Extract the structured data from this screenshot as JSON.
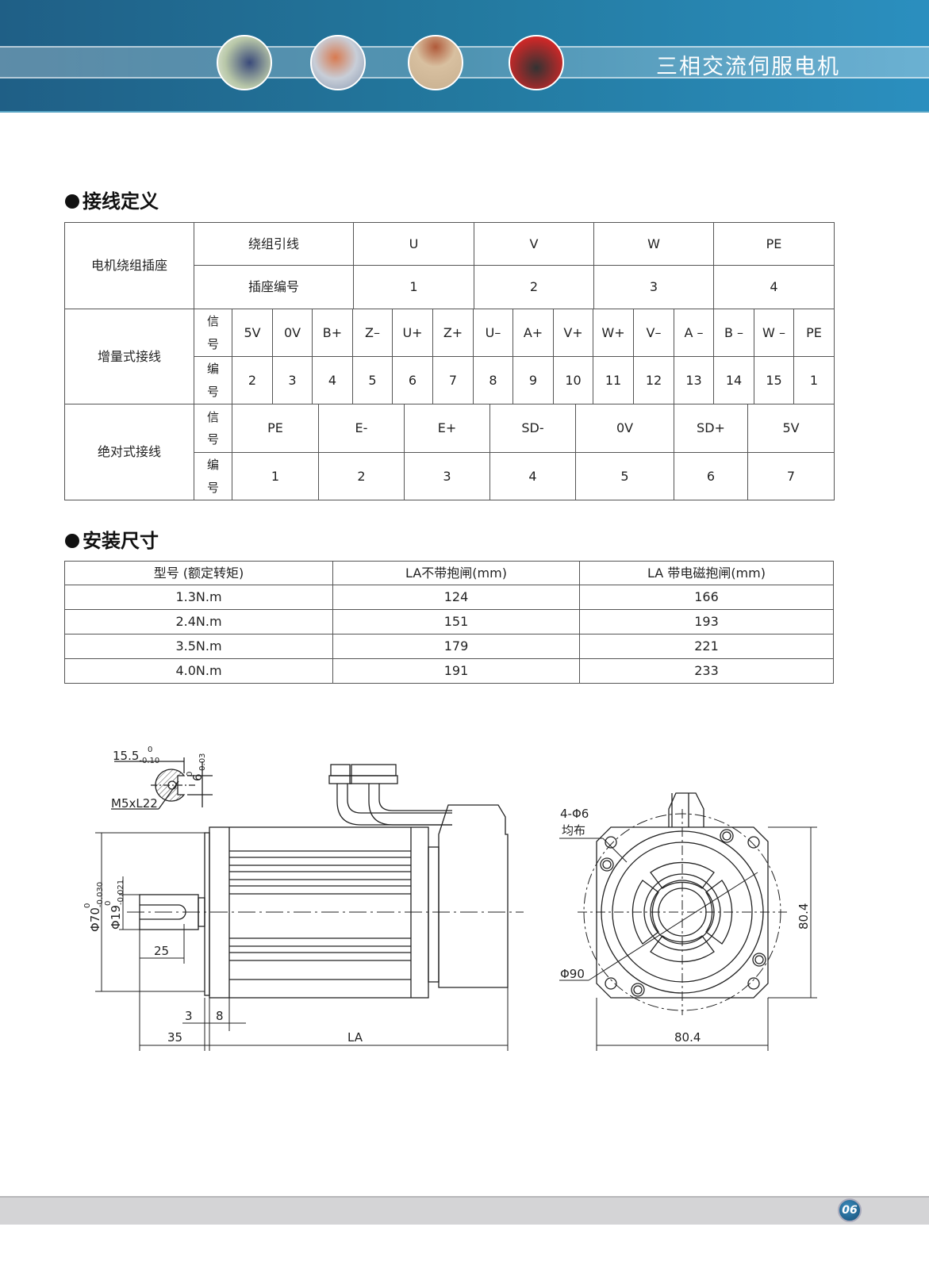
{
  "header": {
    "title": "三相交流伺服电机",
    "photos": [
      "worker-photo",
      "robot-arm-photo",
      "wood-machining-photo",
      "cnc-machine-photo"
    ],
    "color": "#23799f"
  },
  "wiring": {
    "heading": "接线定义",
    "motor_socket_label": "电机绕组插座",
    "lead_label": "绕组引线",
    "pin_label": "插座编号",
    "leads": [
      "U",
      "V",
      "W",
      "PE"
    ],
    "pins": [
      "1",
      "2",
      "3",
      "4"
    ],
    "incremental": {
      "label": "增量式接线",
      "signal_label": "信号",
      "number_label": "编号",
      "signals": [
        "5V",
        "0V",
        "B+",
        "Z–",
        "U+",
        "Z+",
        "U–",
        "A+",
        "V+",
        "W+",
        "V–",
        "A –",
        "B –",
        "W –",
        "PE"
      ],
      "numbers": [
        "2",
        "3",
        "4",
        "5",
        "6",
        "7",
        "8",
        "9",
        "10",
        "11",
        "12",
        "13",
        "14",
        "15",
        "1"
      ]
    },
    "absolute": {
      "label": "绝对式接线",
      "signal_label": "信号",
      "number_label": "编号",
      "signals": [
        "PE",
        "E-",
        "E+",
        "SD-",
        "0V",
        "SD+",
        "5V"
      ],
      "numbers": [
        "1",
        "2",
        "3",
        "4",
        "5",
        "6",
        "7"
      ]
    }
  },
  "install": {
    "heading": "安装尺寸",
    "columns": [
      "型号 (额定转矩)",
      "LA不带抱闸(mm)",
      "LA 带电磁抱闸(mm)"
    ],
    "rows": [
      [
        "1.3N.m",
        "124",
        "166"
      ],
      [
        "2.4N.m",
        "151",
        "193"
      ],
      [
        "3.5N.m",
        "179",
        "221"
      ],
      [
        "4.0N.m",
        "191",
        "233"
      ]
    ]
  },
  "drawing": {
    "key_width": "15.5",
    "key_width_tol_upper": "0",
    "key_width_tol_lower": "-0.10",
    "key_depth": "6",
    "key_depth_tol_upper": "0",
    "key_depth_tol_lower": "-0.03",
    "thread": "M5xL22",
    "spigot": "Φ70",
    "spigot_tol_upper": "0",
    "spigot_tol_lower": "-0.030",
    "shaft": "Φ19",
    "shaft_tol_upper": "0",
    "shaft_tol_lower": "-0.021",
    "key_length": "25",
    "flange_thickness": "3",
    "spigot_depth": "8",
    "shaft_length": "35",
    "body_length": "LA",
    "holes": "4-Φ6",
    "holes_note": "均布",
    "pcd": "Φ90",
    "width": "80.4",
    "height": "80.4"
  },
  "footer": {
    "page": "06"
  }
}
